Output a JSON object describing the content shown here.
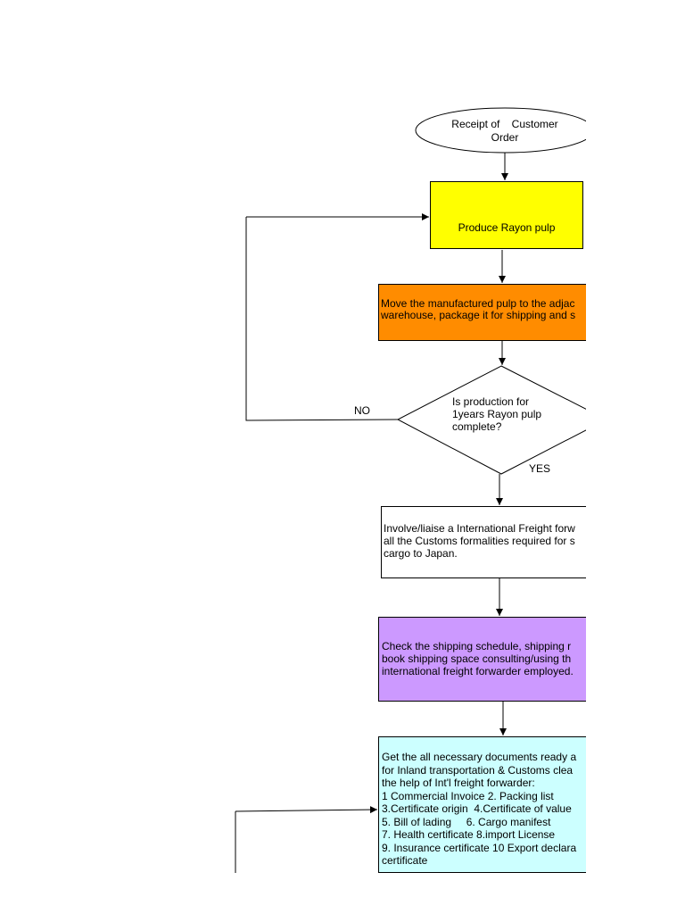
{
  "flowchart": {
    "start": {
      "text": "Receipt of    Customer\nOrder"
    },
    "produce": {
      "text": "Produce Rayon pulp",
      "color": "#ffff00"
    },
    "move": {
      "text": "Move the manufactured pulp to the adjac\nwarehouse, package it for shipping and s",
      "color": "#ff8c00"
    },
    "decision": {
      "text": "Is production for\n1years Rayon pulp\ncomplete?"
    },
    "no_label": "NO",
    "yes_label": "YES",
    "involve": {
      "text": "Involve/liaise a International Freight forw\nall the Customs formalities required for s\ncargo to Japan.",
      "color": "#ffffff"
    },
    "check": {
      "text": "Check the shipping schedule, shipping r\nbook shipping space consulting/using th\ninternational freight forwarder employed.",
      "color": "#cc99ff"
    },
    "documents": {
      "text": "Get the all necessary documents ready a\nfor Inland transportation & Customs clea\nthe help of Int'l freight forwarder:\n1 Commercial Invoice 2. Packing list\n3.Certificate origin  4.Certificate of value\n5. Bill of lading     6. Cargo manifest\n7. Health certificate 8.import License\n9. Insurance certificate 10 Export declara\ncertificate",
      "color": "#ccffff"
    }
  }
}
